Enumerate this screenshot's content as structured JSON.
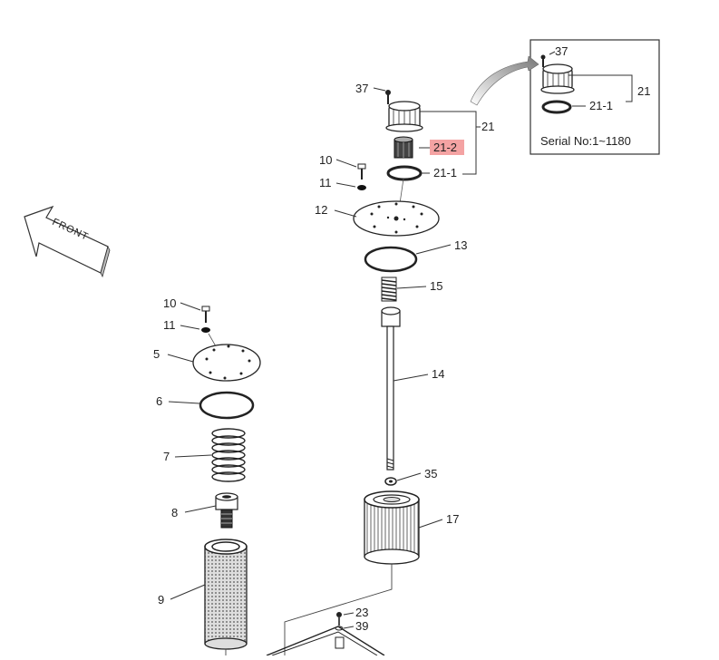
{
  "diagram": {
    "highlight_color": "#f4a3a3",
    "line_color": "#333333",
    "front_label": "FRONT",
    "inset": {
      "serial_text": "Serial No:1~1180"
    },
    "labels": {
      "l37": "37",
      "l21": "21",
      "l21_2": "21-2",
      "l21_1": "21-1",
      "l10a": "10",
      "l11a": "11",
      "l12": "12",
      "l13": "13",
      "l15": "15",
      "l14": "14",
      "l35": "35",
      "l17": "17",
      "l10b": "10",
      "l11b": "11",
      "l5": "5",
      "l6": "6",
      "l7": "7",
      "l8": "8",
      "l9": "9",
      "l23": "23",
      "l39": "39",
      "i37": "37",
      "i21": "21",
      "i21_1": "21-1"
    }
  }
}
